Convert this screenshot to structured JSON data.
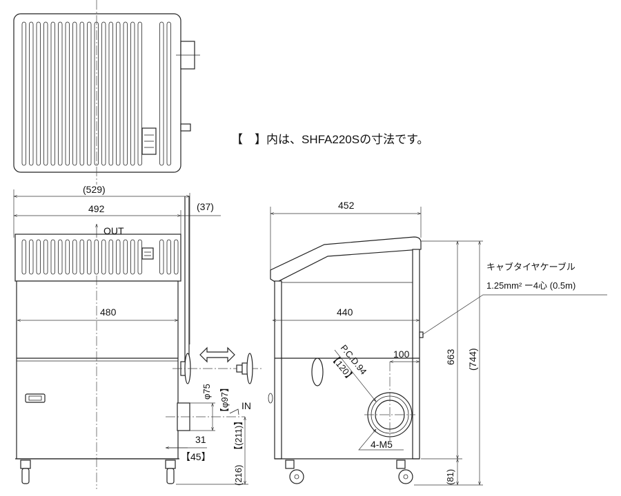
{
  "note": "【　】内は、SHFA220Sの寸法です。",
  "front_view": {
    "dim_overall_width": "(529)",
    "dim_hood_width": "492",
    "dim_pipe_offset": "(37)",
    "dim_body_width": "480",
    "outlet_label": "OUT",
    "inlet_label": "IN",
    "dim_inlet_dia": "φ75",
    "dim_inlet_dia_alt": "【φ97】",
    "dim_inlet_offset": "31",
    "dim_inlet_offset_alt": "【45】",
    "dim_inlet_height": "(216)",
    "dim_inlet_height_alt": "【(211)】"
  },
  "side_view": {
    "dim_overall_depth": "452",
    "dim_body_depth": "440",
    "dim_flange_offset": "100",
    "pcd_label": "P.C.D.94",
    "pcd_label_alt": "【120】",
    "bolt_label": "4-M5",
    "dim_body_height": "663",
    "dim_overall_height": "(744)",
    "dim_caster_height": "(81)",
    "cable_label": "キャブタイヤケーブル",
    "cable_spec": "1.25mm² ー4心 (0.5m)"
  }
}
